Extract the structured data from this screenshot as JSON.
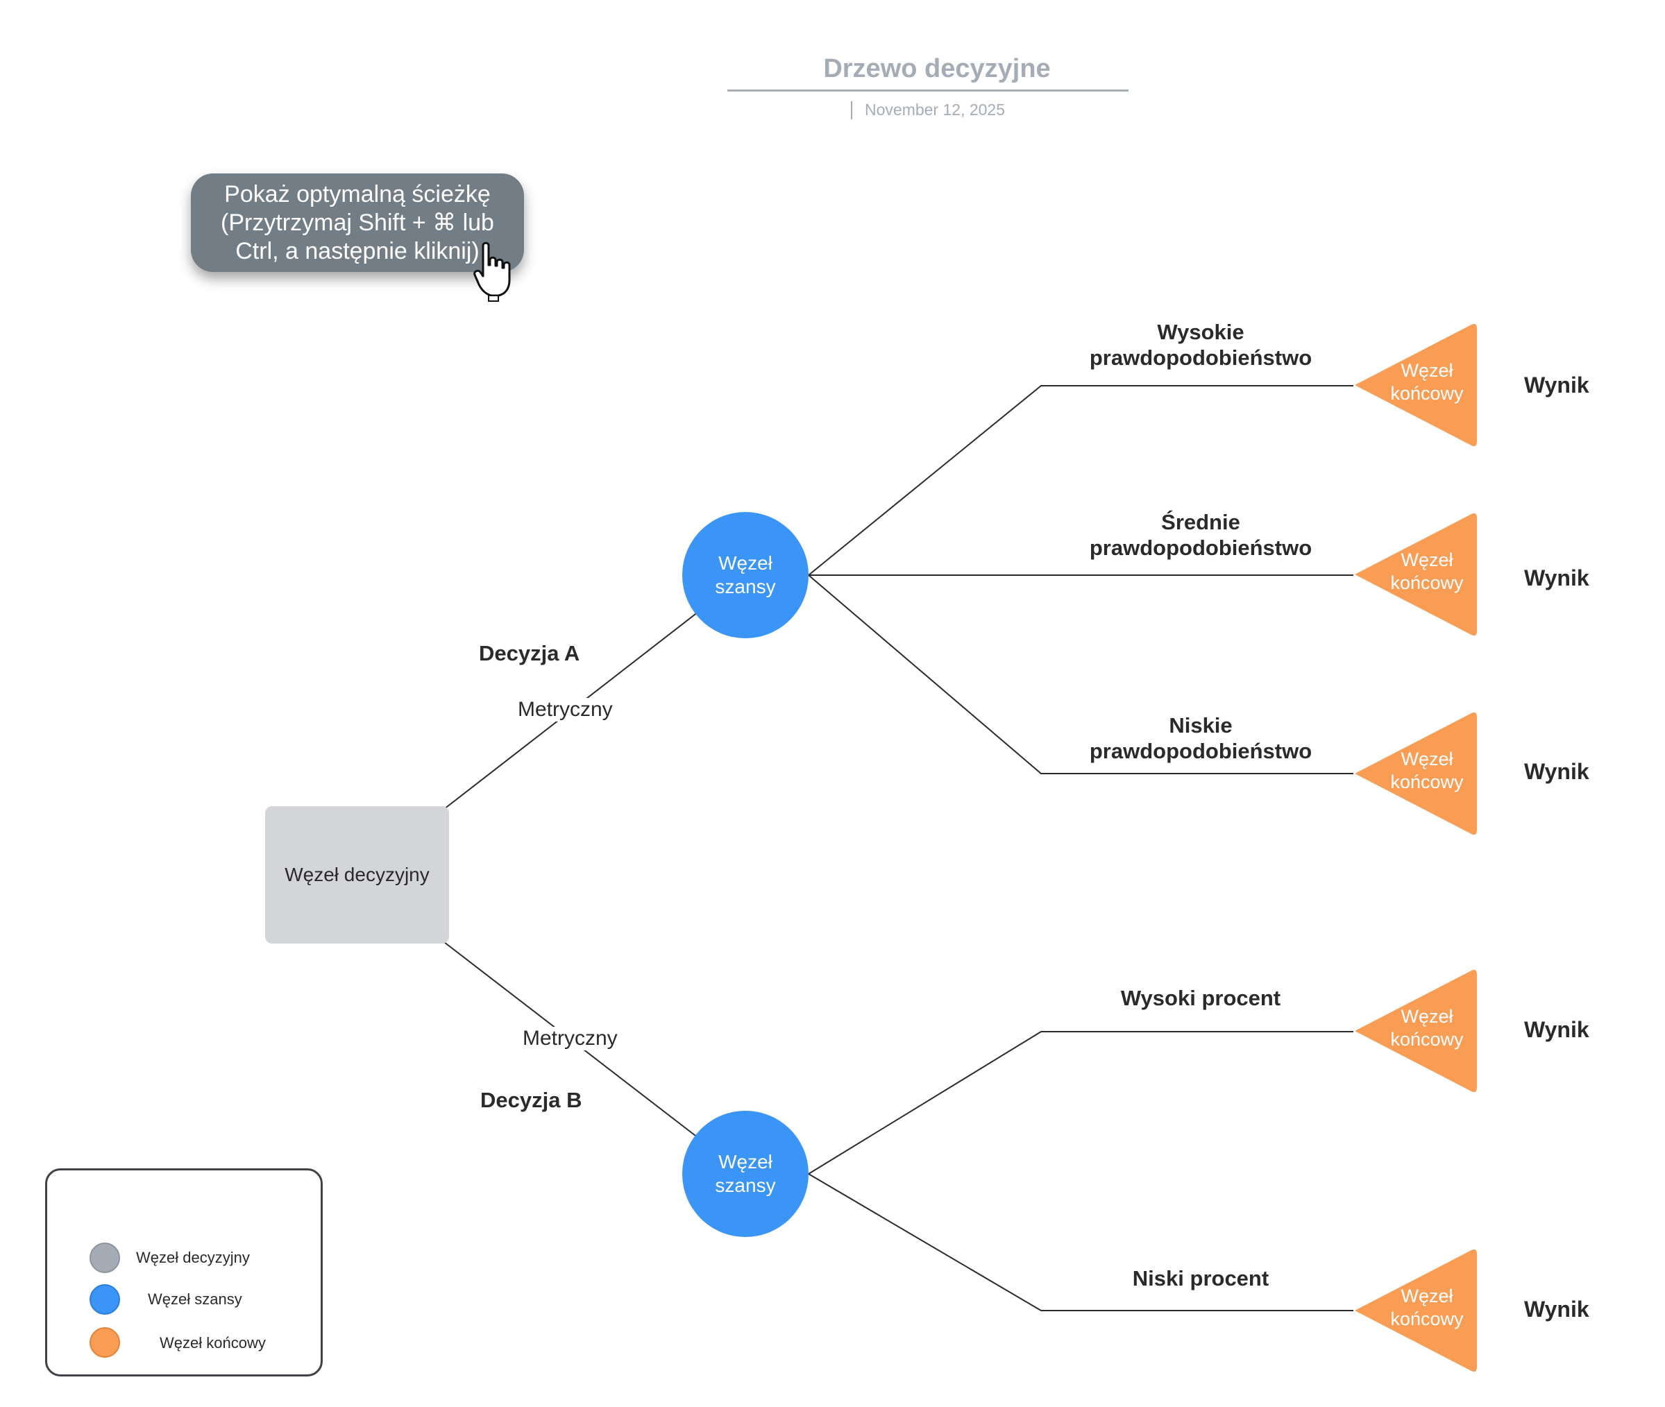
{
  "header": {
    "title": "Drzewo decyzyjne",
    "date": "November 12, 2025"
  },
  "optimal_path_button": {
    "label": "Pokaż optymalną ścieżkę\n(Przytrzymaj Shift + ⌘ lub\nCtrl, a następnie kliknij)"
  },
  "nodes": {
    "decision": "Węzeł decyzyjny",
    "chance": "Węzeł\nszansy",
    "end": "Węzeł\nkońcowy"
  },
  "decisions": {
    "a_label": "Decyzja A",
    "b_label": "Decyzja B",
    "metric_a": "Metryczny",
    "metric_b": "Metryczny"
  },
  "branches": {
    "high_probability": "Wysokie\nprawdopodobieństwo",
    "medium_probability": "Średnie\nprawdopodobieństwo",
    "low_probability": "Niskie\nprawdopodobieństwo",
    "high_percent": "Wysoki procent",
    "low_percent": "Niski procent"
  },
  "outcomes": [
    "Wynik",
    "Wynik",
    "Wynik",
    "Wynik",
    "Wynik"
  ],
  "legend": {
    "items": [
      {
        "label": "Węzeł decyzyjny",
        "color": "#a6acb6"
      },
      {
        "label": "Węzeł szansy",
        "color": "#3b95f6"
      },
      {
        "label": "Węzeł końcowy",
        "color": "#f99d55"
      }
    ]
  },
  "colors": {
    "decision_node": "#d4d5d8",
    "chance_node": "#3b95f6",
    "end_node": "#f99d55",
    "button": "#737d86",
    "muted_text": "#a6acb6"
  }
}
